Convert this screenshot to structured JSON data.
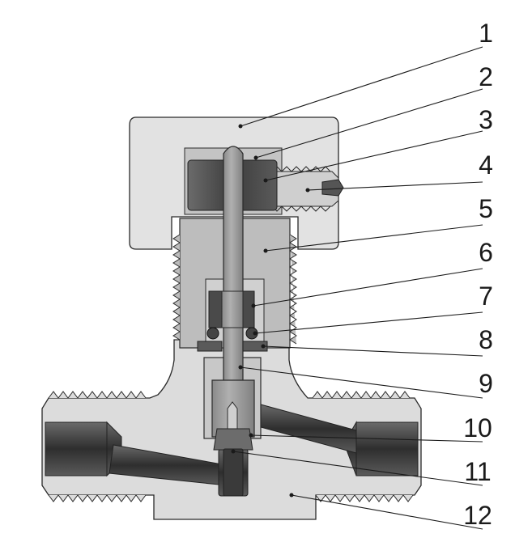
{
  "diagram": {
    "callouts": [
      "1",
      "2",
      "3",
      "4",
      "5",
      "6",
      "7",
      "8",
      "9",
      "10",
      "11",
      "12"
    ],
    "colors": {
      "body_light": "#d9d9d9",
      "bonnet_mid": "#b5b5b5",
      "stem": "#9a9a9a",
      "dark_metal": "#555555",
      "bore_dark": "#3c3c3c",
      "line": "#1a1a1a"
    }
  }
}
